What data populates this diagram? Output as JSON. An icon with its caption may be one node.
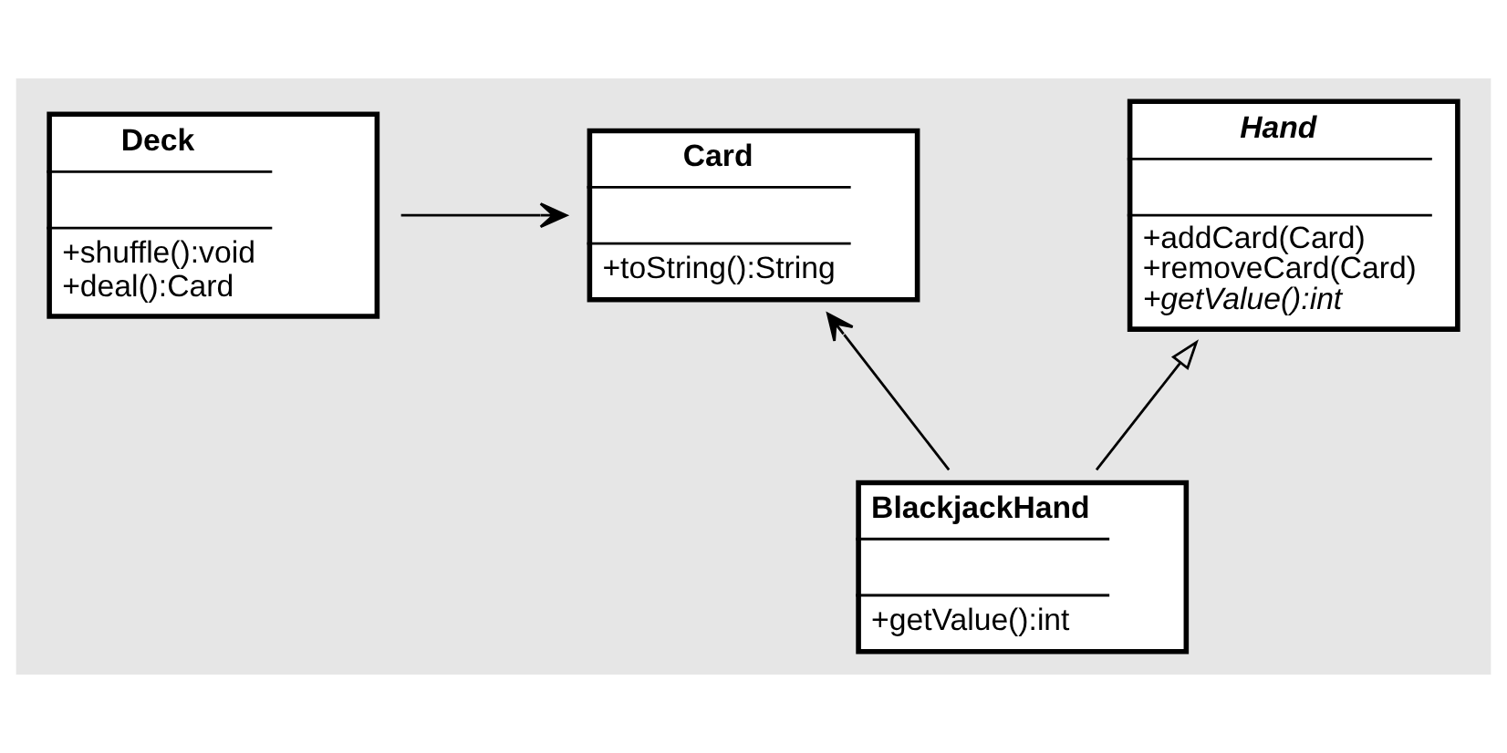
{
  "diagram": {
    "nodes": [
      {
        "text": [
          "Deck",
          "+shuffle():void",
          "+deal():Card"
        ]
      },
      {
        "text": [
          "Card",
          "+toString():String"
        ]
      },
      {
        "text": [
          "Hand",
          "+addCard(Card)",
          "+removeCard(Card)",
          "+getValue():int"
        ]
      },
      {
        "text": [
          "BlackjackHand",
          "+getValue():int"
        ]
      }
    ],
    "edges": [
      {
        "from": 0,
        "to": 1,
        "arrow": "to"
      },
      {
        "from": 3,
        "to": 1,
        "arrow": "to"
      },
      {
        "from": 3,
        "to": 2,
        "arrow": "to"
      }
    ]
  }
}
